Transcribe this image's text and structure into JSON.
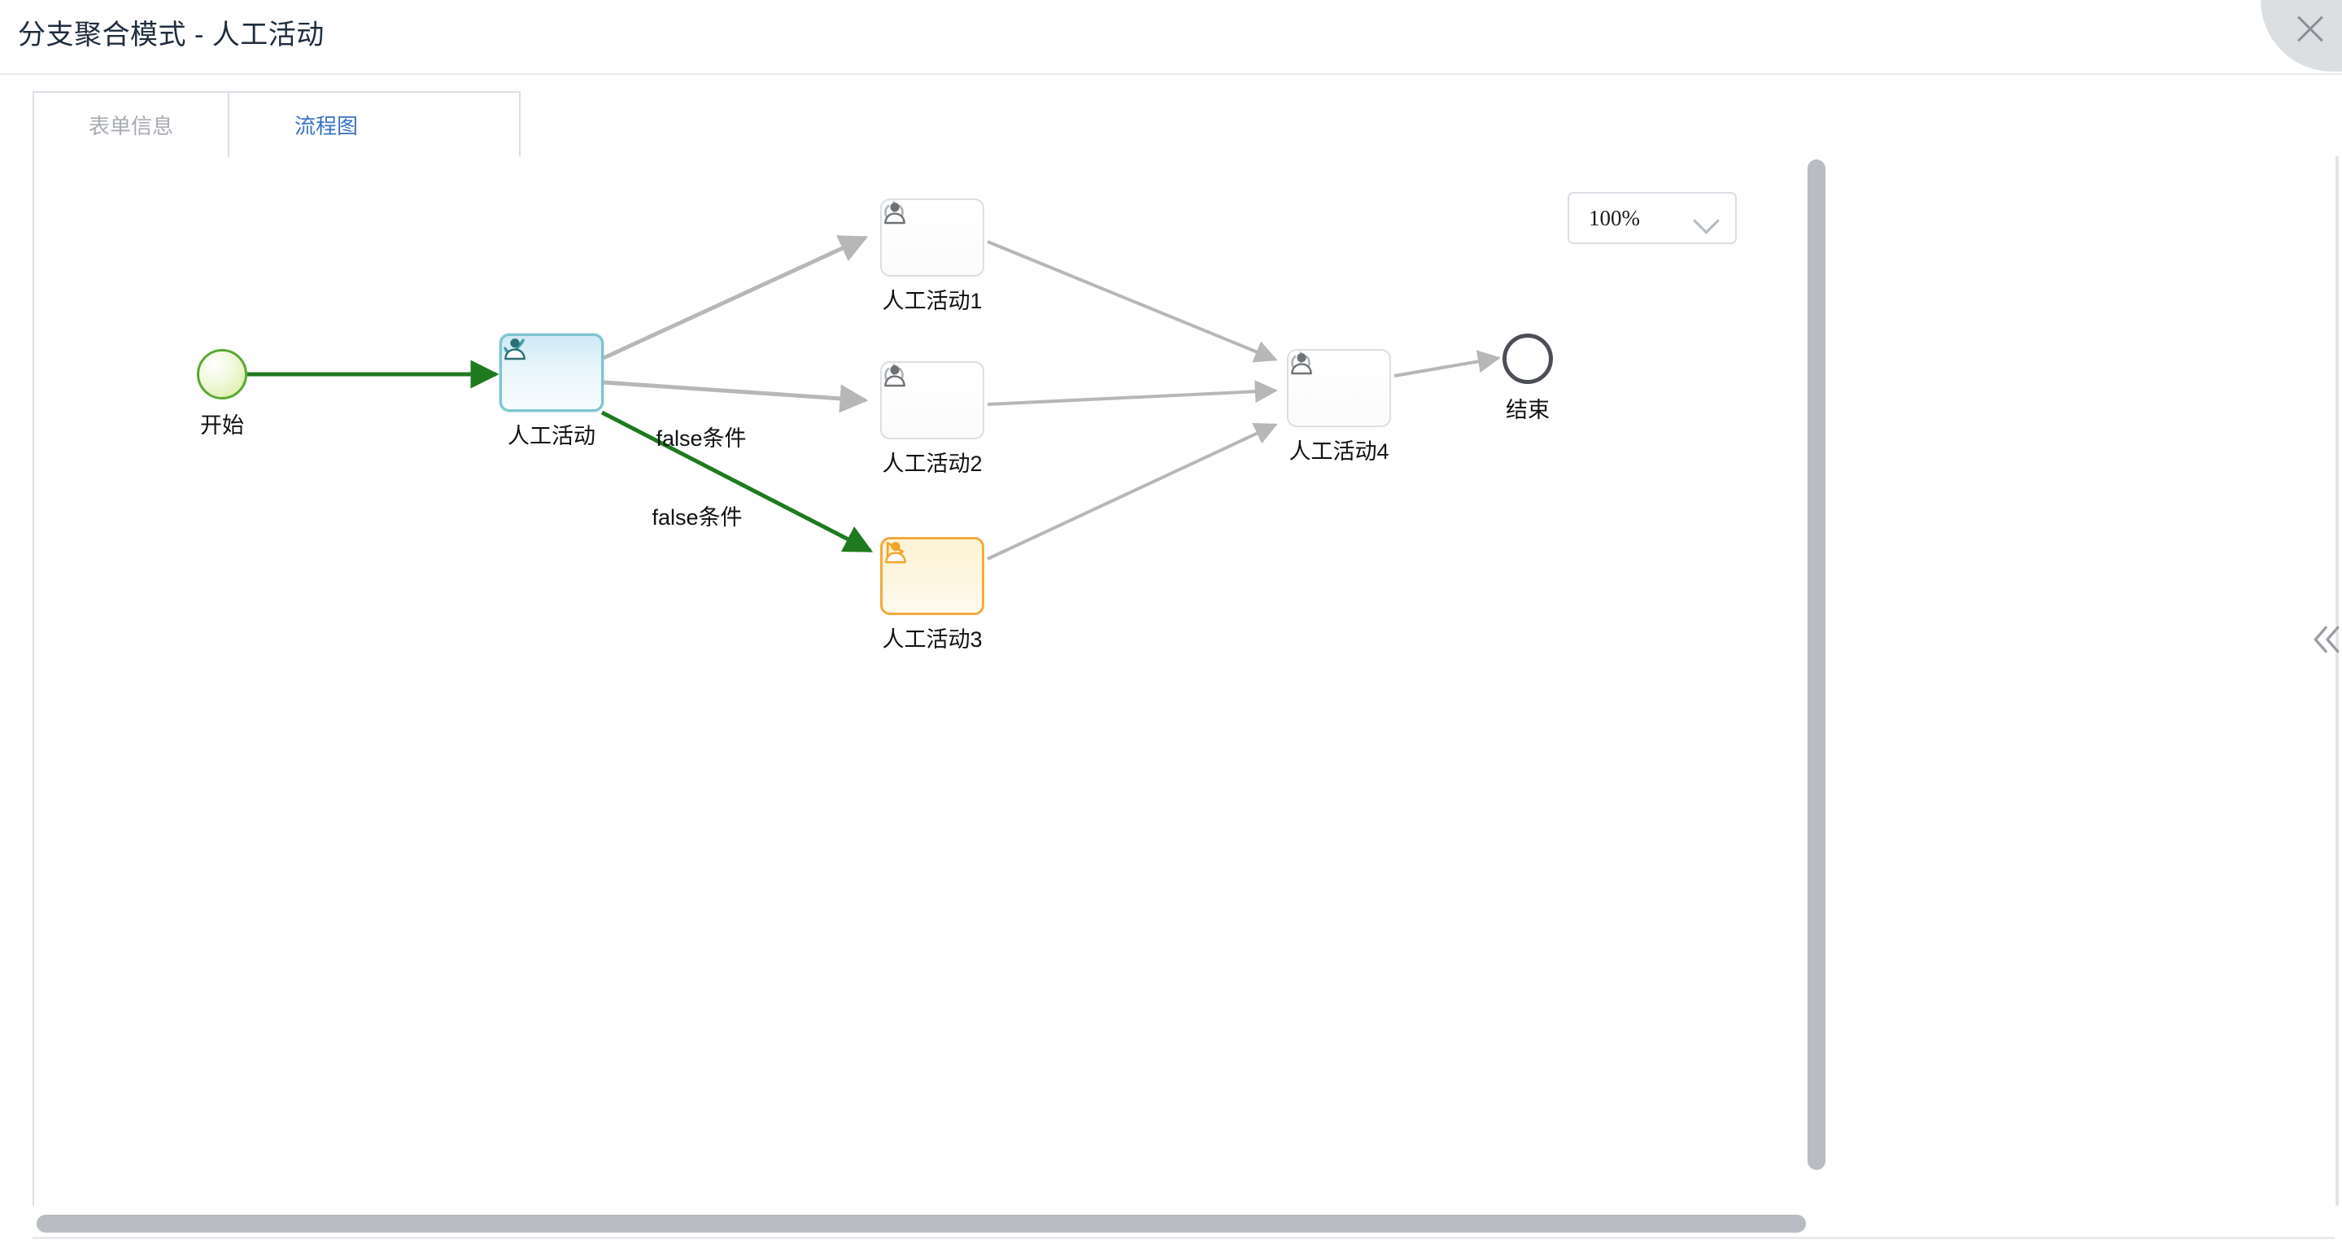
{
  "dialog": {
    "title": "分支聚合模式 - 人工活动",
    "close_icon": "close-icon"
  },
  "tabs": [
    {
      "label": "表单信息",
      "active": false
    },
    {
      "label": "流程图",
      "active": true
    }
  ],
  "toolbar": {
    "zoom_value": "100%",
    "zoom_chevron_icon": "chevron-down-icon"
  },
  "diagram": {
    "nodes": [
      {
        "id": "start",
        "label": "开始",
        "type": "start-event",
        "state": "completed"
      },
      {
        "id": "task0",
        "label": "人工活动",
        "type": "user-task",
        "state": "completed",
        "icon_tl": "check-icon",
        "icon_tr": "user-icon"
      },
      {
        "id": "task1",
        "label": "人工活动1",
        "type": "user-task",
        "state": "pending",
        "icon_tl": "power-icon",
        "icon_tr": "user-icon"
      },
      {
        "id": "task2",
        "label": "人工活动2",
        "type": "user-task",
        "state": "pending",
        "icon_tl": "power-icon",
        "icon_tr": "user-icon"
      },
      {
        "id": "task3",
        "label": "人工活动3",
        "type": "user-task",
        "state": "active",
        "icon_tl": "play-icon",
        "icon_tr": "user-icon"
      },
      {
        "id": "task4",
        "label": "人工活动4",
        "type": "user-task",
        "state": "pending",
        "icon_tl": "power-icon",
        "icon_tr": "user-icon"
      },
      {
        "id": "end",
        "label": "结束",
        "type": "end-event",
        "state": "pending"
      }
    ],
    "edges": [
      {
        "from": "start",
        "to": "task0",
        "label": "",
        "state": "taken"
      },
      {
        "from": "task0",
        "to": "task1",
        "label": "false条件",
        "state": "skipped"
      },
      {
        "from": "task0",
        "to": "task2",
        "label": "false条件",
        "state": "skipped"
      },
      {
        "from": "task0",
        "to": "task3",
        "label": "",
        "state": "taken"
      },
      {
        "from": "task1",
        "to": "task4",
        "label": "",
        "state": "skipped"
      },
      {
        "from": "task2",
        "to": "task4",
        "label": "",
        "state": "skipped"
      },
      {
        "from": "task3",
        "to": "task4",
        "label": "",
        "state": "skipped"
      },
      {
        "from": "task4",
        "to": "end",
        "label": "",
        "state": "skipped"
      }
    ]
  },
  "colors": {
    "taken_edge": "#1f7a1f",
    "skipped_edge": "#b7b7b7",
    "active_node_border": "#f3ab3c",
    "completed_node_border": "#7ec4cf",
    "start_node_border": "#5aa832",
    "tab_active_text": "#3a72c4"
  },
  "panels": {
    "collapse_icon": "chevron-double-left-icon",
    "h_scrollbar": "horizontal-scrollbar",
    "v_scrollbar": "vertical-scrollbar"
  }
}
